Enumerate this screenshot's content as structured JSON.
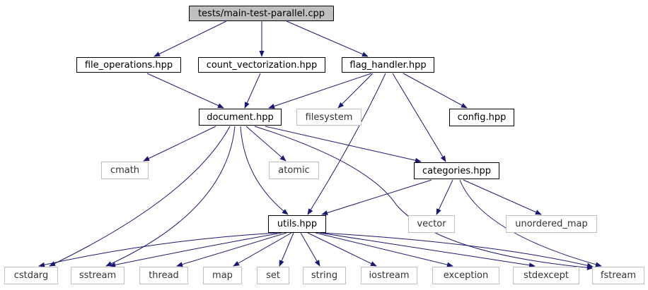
{
  "graph": {
    "edge_color": "#191970",
    "nodes": {
      "main": "tests/main-test-parallel.cpp",
      "file_ops": "file_operations.hpp",
      "count_vec": "count_vectorization.hpp",
      "flag_handler": "flag_handler.hpp",
      "document": "document.hpp",
      "filesystem": "filesystem",
      "config": "config.hpp",
      "cmath": "cmath",
      "atomic": "atomic",
      "categories": "categories.hpp",
      "utils": "utils.hpp",
      "vector": "vector",
      "unordered_map": "unordered_map",
      "cstdarg": "cstdarg",
      "sstream": "sstream",
      "thread": "thread",
      "map": "map",
      "set": "set",
      "string": "string",
      "iostream": "iostream",
      "exception": "exception",
      "stdexcept": "stdexcept",
      "fstream": "fstream"
    }
  }
}
